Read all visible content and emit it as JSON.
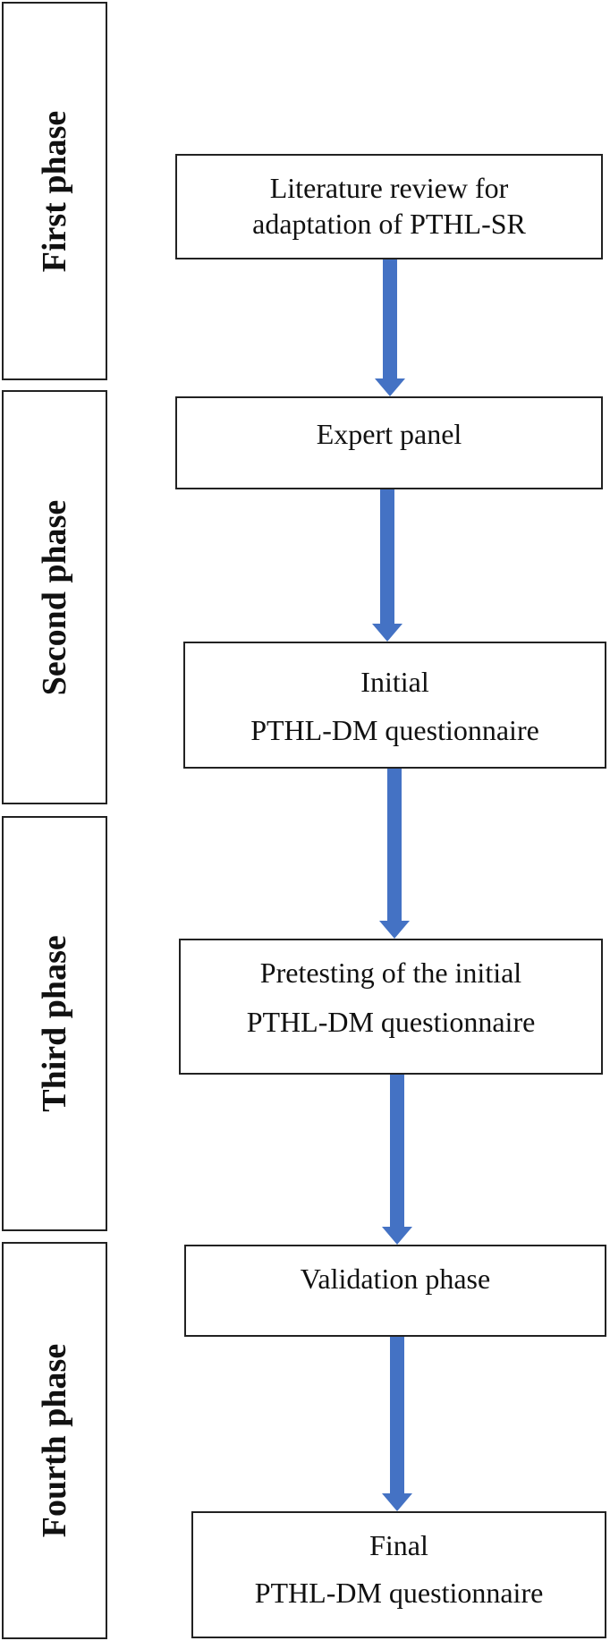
{
  "phases": [
    {
      "label": "First phase"
    },
    {
      "label": "Second phase"
    },
    {
      "label": "Third phase"
    },
    {
      "label": "Fourth phase"
    }
  ],
  "steps": [
    {
      "lines": [
        "Literature review for",
        "adaptation of PTHL-SR"
      ]
    },
    {
      "lines": [
        "Expert panel"
      ]
    },
    {
      "lines": [
        "Initial",
        "PTHL-DM questionnaire"
      ]
    },
    {
      "lines": [
        "Pretesting of the initial",
        "PTHL-DM questionnaire"
      ]
    },
    {
      "lines": [
        "Validation phase"
      ]
    },
    {
      "lines": [
        "Final",
        "PTHL-DM questionnaire"
      ]
    }
  ]
}
